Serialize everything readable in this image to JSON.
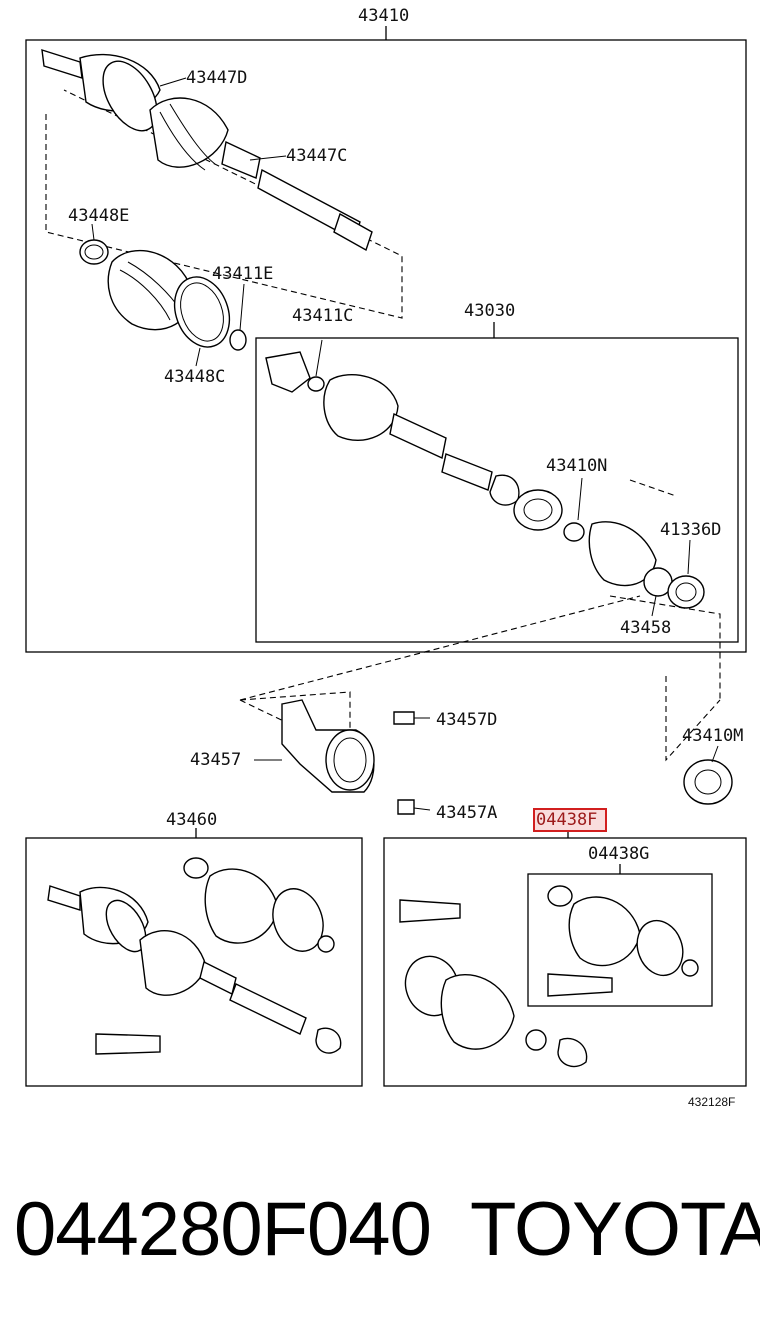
{
  "diagram": {
    "labels": {
      "assembly": "43410",
      "boot_clamp_d": "43447D",
      "boot_clamp_c": "43447C",
      "clamp_e": "43448E",
      "snap_ring_e": "43411E",
      "clamp_c": "43448C",
      "snap_ring_c": "43411C",
      "inboard_joint": "43030",
      "ring_n": "43410N",
      "seal_d": "41336D",
      "bearing": "43458",
      "bracket": "43457",
      "bolt_d": "43457D",
      "bolt_a": "43457A",
      "seal_m": "43410M",
      "shaft_kit": "43460",
      "boot_kit_highlight": "04438F",
      "boot_kit_g": "04438G",
      "ref_code": "432128F"
    }
  },
  "footer": {
    "part_number": "044280F040",
    "brand": "TOYOTA"
  },
  "colors": {
    "highlight": "#d21f1f",
    "ink": "#000000"
  }
}
